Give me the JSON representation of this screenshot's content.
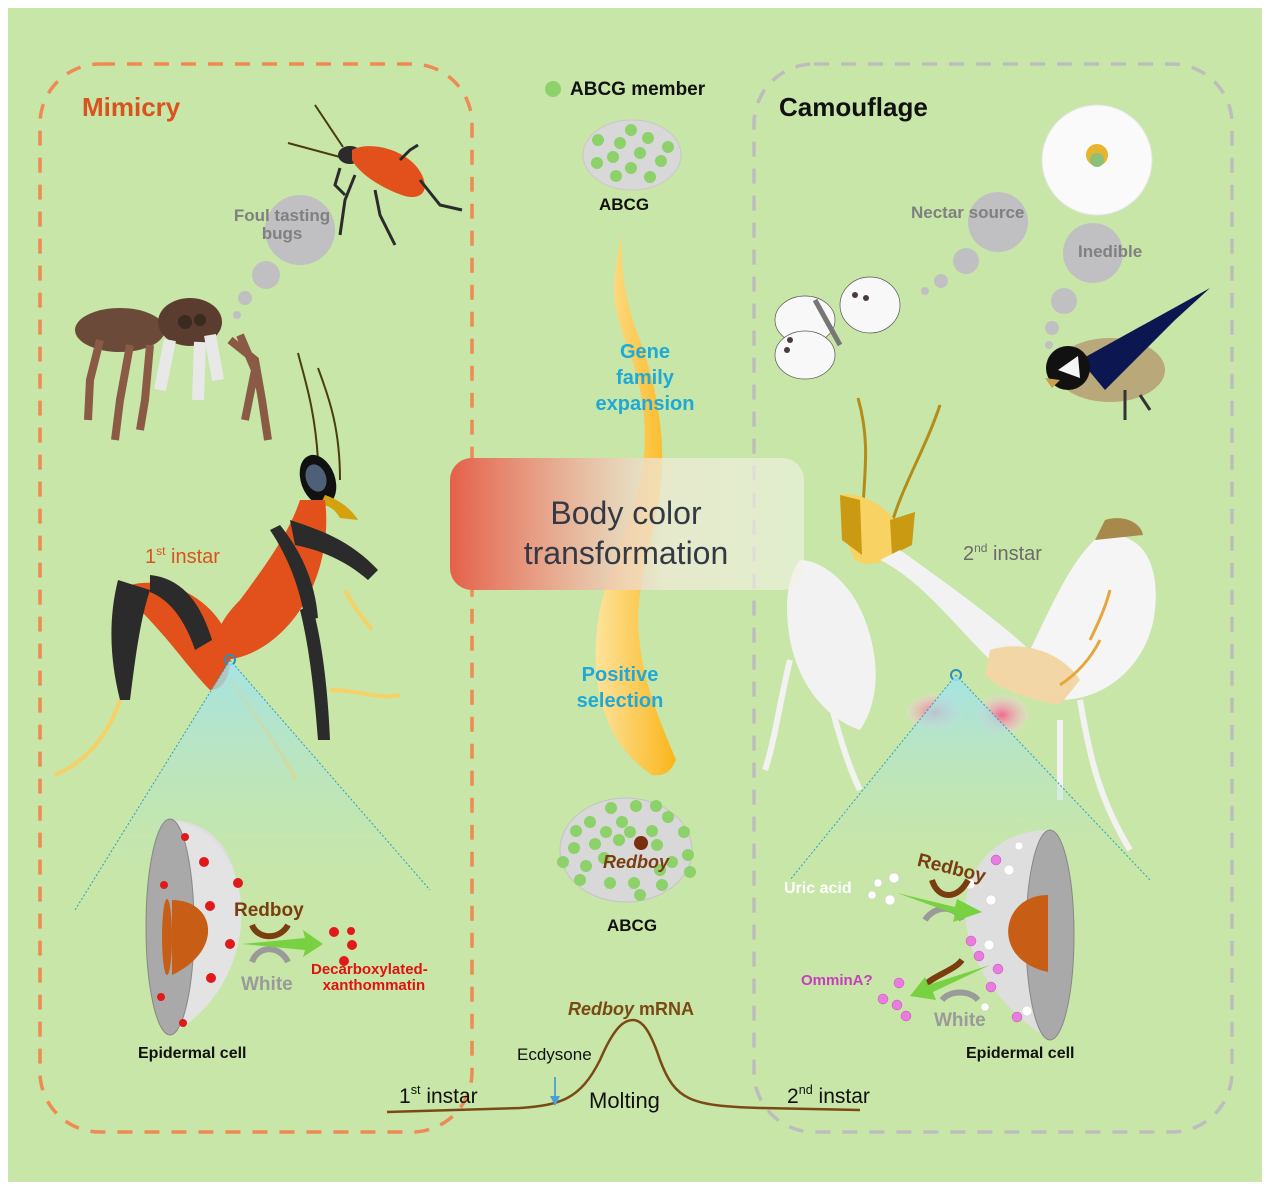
{
  "figure": {
    "background_color": "#c8e6a7",
    "panels": {
      "mimicry": {
        "title": "Mimicry",
        "border_color": "#ef8a55",
        "thought_bubble_text_1": "Foul tasting",
        "thought_bubble_text_2": "bugs",
        "predator": "jumping spider",
        "model_organism": "red assassin bug",
        "stage_number": "1",
        "stage_suffix": "st",
        "stage_word": "instar",
        "cell": {
          "transporter_top": "Redboy",
          "transporter_bottom": "White",
          "product_line_1": "Decarboxylated-",
          "product_line_2": "xanthommatin",
          "cell_label": "Epidermal cell"
        }
      },
      "camouflage": {
        "title": "Camouflage",
        "border_color": "#bdbdbd",
        "thought_bubble_text_1": "Nectar source",
        "thought_bubble_text_2": "Inedible",
        "observer_1": "cabbage white butterfly",
        "observer_2": "great tit bird",
        "stage_number": "2",
        "stage_suffix": "nd",
        "stage_word": "instar",
        "cell": {
          "transporter_top": "Redboy",
          "transporter_bottom": "White",
          "input_label": "Uric acid",
          "output_label": "OmminA?",
          "cell_label": "Epidermal cell"
        }
      }
    },
    "center": {
      "legend_label": "ABCG member",
      "legend_color": "#8dd16a",
      "top_group_label": "ABCG",
      "process_1_line_1": "Gene",
      "process_1_line_2": "family",
      "process_1_line_3": "expansion",
      "process_2_line_1": "Positive",
      "process_2_line_2": "selection",
      "bottom_group_label": "ABCG",
      "bottom_group_highlight": "Redboy",
      "banner_line_1": "Body color",
      "banner_line_2": "transformation"
    },
    "timeline": {
      "curve_label_italic": "Redboy",
      "curve_label_rest": " mRNA",
      "trigger": "Ecdysone",
      "event": "Molting",
      "start_number": "1",
      "start_suffix": "st",
      "start_word": " instar",
      "end_number": "2",
      "end_suffix": "nd",
      "end_word": " instar"
    }
  }
}
